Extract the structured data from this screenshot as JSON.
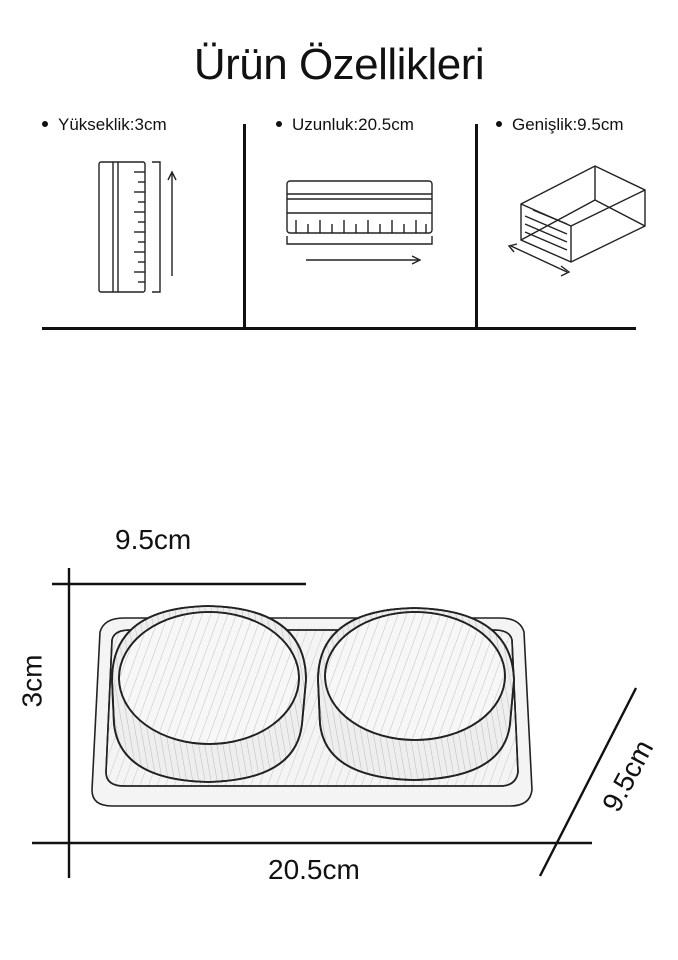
{
  "title": "Ürün Özellikleri",
  "specs": [
    {
      "label": "Yükseklik:3cm"
    },
    {
      "label": "Uzunluk:20.5cm"
    },
    {
      "label": "Genişlik:9.5cm"
    }
  ],
  "dimensions": {
    "width_top": "9.5cm",
    "height_left": "3cm",
    "length_bottom": "20.5cm",
    "depth_right": "9.5cm"
  },
  "icons": [
    "vertical-ruler-icon",
    "horizontal-ruler-icon",
    "box-width-icon"
  ],
  "illustration": "wooden-serving-tray-with-two-bowls"
}
